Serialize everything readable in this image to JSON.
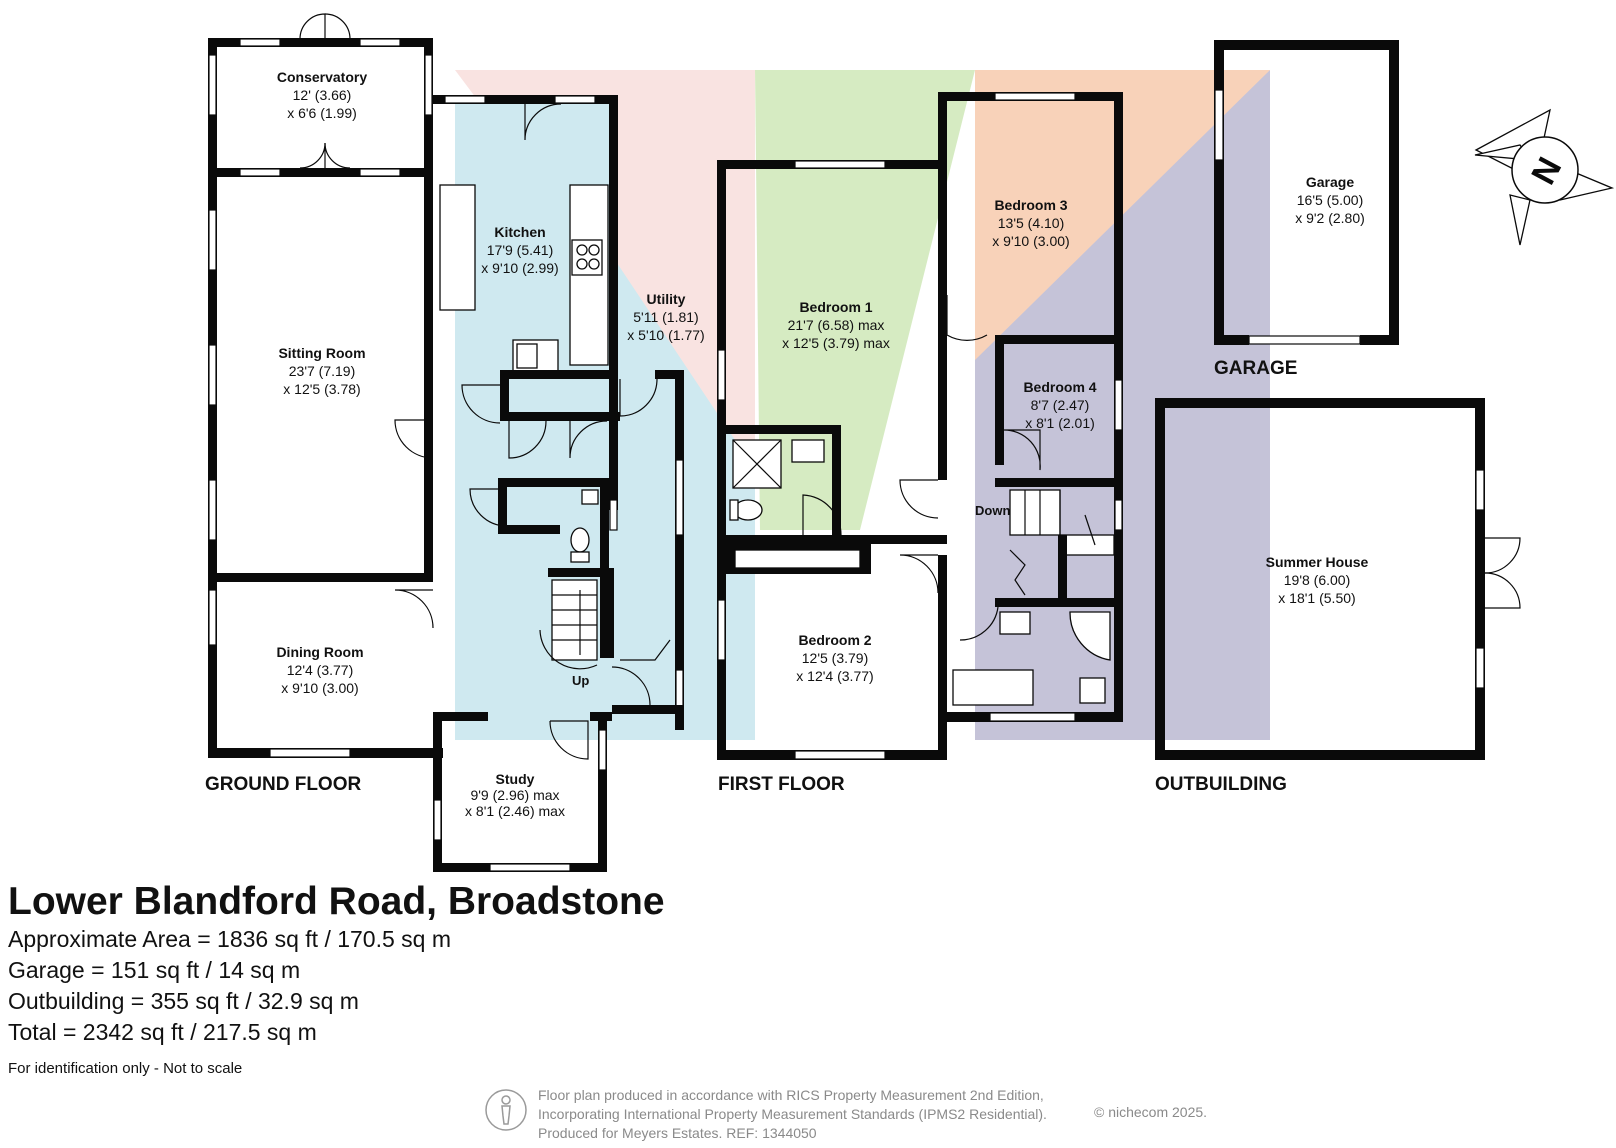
{
  "floors": [
    {
      "label": "GROUND FLOOR"
    },
    {
      "label": "FIRST FLOOR"
    },
    {
      "label": "OUTBUILDING"
    },
    {
      "label": "GARAGE"
    }
  ],
  "rooms": [
    {
      "name": "Conservatory",
      "dim1": "12' (3.66)",
      "dim2": "x 6'6 (1.99)"
    },
    {
      "name": "Kitchen",
      "dim1": "17'9 (5.41)",
      "dim2": "x 9'10 (2.99)"
    },
    {
      "name": "Utility",
      "dim1": "5'11 (1.81)",
      "dim2": "x 5'10 (1.77)"
    },
    {
      "name": "Sitting Room",
      "dim1": "23'7 (7.19)",
      "dim2": "x 12'5 (3.78)"
    },
    {
      "name": "Dining Room",
      "dim1": "12'4 (3.77)",
      "dim2": "x 9'10 (3.00)"
    },
    {
      "name": "Study",
      "dim1": "9'9 (2.96) max",
      "dim2": "x 8'1 (2.46) max"
    },
    {
      "name": "Bedroom 1",
      "dim1": "21'7 (6.58) max",
      "dim2": "x 12'5 (3.79) max"
    },
    {
      "name": "Bedroom 2",
      "dim1": "12'5 (3.79)",
      "dim2": "x 12'4 (3.77)"
    },
    {
      "name": "Bedroom 3",
      "dim1": "13'5 (4.10)",
      "dim2": "x 9'10 (3.00)"
    },
    {
      "name": "Bedroom 4",
      "dim1": "8'7 (2.47)",
      "dim2": "x 8'1 (2.01)"
    },
    {
      "name": "Garage",
      "dim1": "16'5 (5.00)",
      "dim2": "x 9'2 (2.80)"
    },
    {
      "name": "Summer House",
      "dim1": "19'8 (6.00)",
      "dim2": "x 18'1 (5.50)"
    }
  ],
  "stair_labels": {
    "up": "Up",
    "down": "Down"
  },
  "compass": "N",
  "title": "Lower Blandford Road, Broadstone",
  "areas": [
    "Approximate Area = 1836 sq ft / 170.5 sq m",
    "Garage = 151 sq ft / 14 sq m",
    "Outbuilding = 355 sq ft / 32.9 sq m",
    "Total = 2342 sq ft / 217.5 sq m"
  ],
  "note": "For identification only - Not to scale",
  "credit": [
    "Floor plan produced in accordance with RICS Property Measurement 2nd Edition,",
    "Incorporating International Property Measurement Standards (IPMS2 Residential).",
    "Produced for Meyers Estates.   REF: 1344050"
  ],
  "copyright": "© nichecom 2025.",
  "colors": {
    "wall": "#0a0a0a",
    "blue": "#cfe9f0",
    "pink": "#f9e3e1",
    "green": "#d6ebc2",
    "orange": "#f8d2b9",
    "purple": "#c5c3d8",
    "grey_text": "#8a8a8a"
  }
}
